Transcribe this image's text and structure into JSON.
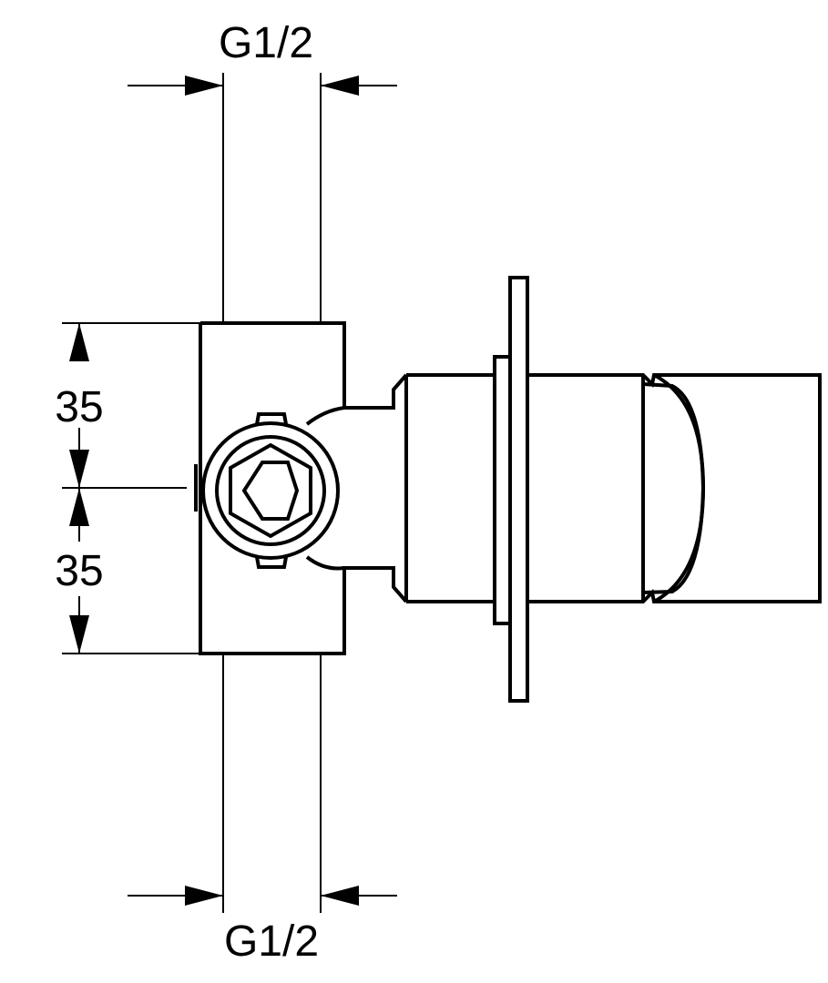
{
  "dimensions": {
    "thread_top": "G1/2",
    "thread_bottom": "G1/2",
    "spacing_upper": "35",
    "spacing_lower": "35"
  },
  "colors": {
    "line": "#000000",
    "background": "#ffffff"
  }
}
